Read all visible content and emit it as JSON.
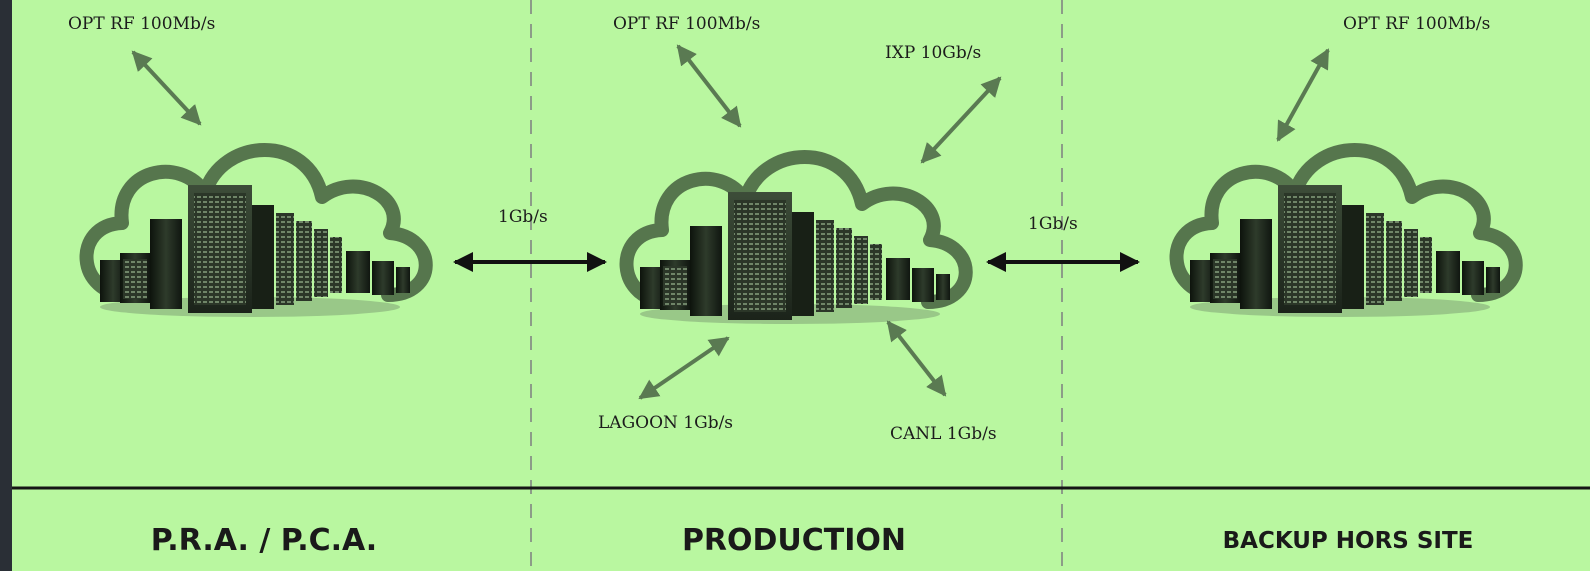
{
  "colors": {
    "background": "#b9f7a0",
    "frame": "#2a2f36",
    "arrow_green": "#5a7a52",
    "arrow_black": "#111111",
    "separator": "#8c9c88",
    "divider": "#151515"
  },
  "sites": [
    {
      "key": "pra",
      "section": "P.R.A. / P.C.A.",
      "icon": "cloud-datacenter-icon"
    },
    {
      "key": "production",
      "section": "PRODUCTION",
      "icon": "cloud-datacenter-icon"
    },
    {
      "key": "backup",
      "section": "BACKUP HORS SITE",
      "icon": "cloud-datacenter-icon"
    }
  ],
  "links": {
    "pra_opt_rf": "OPT RF 100Mb/s",
    "prod_opt_rf": "OPT RF 100Mb/s",
    "prod_ixp": "IXP 10Gb/s",
    "prod_lagoon": "LAGOON 1Gb/s",
    "prod_canl": "CANL 1Gb/s",
    "backup_opt_rf": "OPT RF 100Mb/s",
    "pra_prod": "1Gb/s",
    "prod_backup": "1Gb/s"
  }
}
